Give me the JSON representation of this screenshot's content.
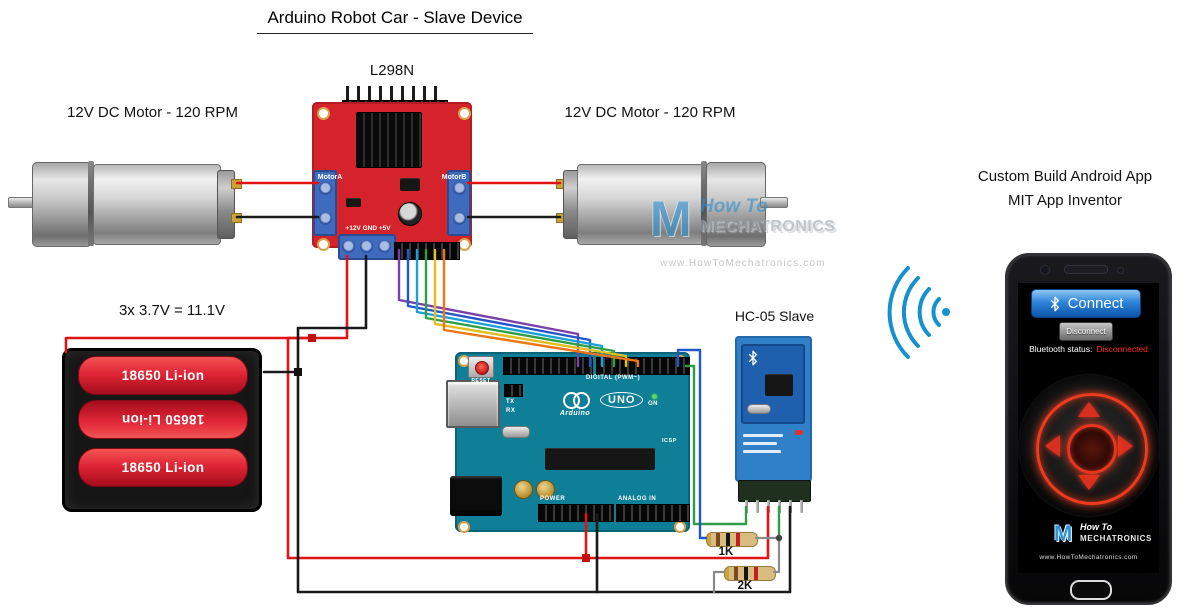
{
  "title": "Arduino Robot Car - Slave Device",
  "labels": {
    "l298n": "L298N",
    "motor_left": "12V DC Motor - 120 RPM",
    "motor_right": "12V DC Motor - 120 RPM",
    "battery": "3x 3.7V = 11.1V",
    "hc05": "HC-05 Slave",
    "r1": "1K",
    "r2": "2K",
    "app_line1": "Custom Build Android App",
    "app_line2": "MIT App Inventor"
  },
  "l298n": {
    "motor_a": "MotorA",
    "motor_b": "MotorB",
    "power": "+12V GND +5V"
  },
  "battery": {
    "cell1": "18650 Li-ion",
    "cell2": "18650 Li-ion",
    "cell3": "18650 Li-ion"
  },
  "arduino": {
    "digital": "DIGITAL (PWM~)",
    "power": "POWER",
    "analog": "ANALOG IN",
    "tx": "TX",
    "rx": "RX",
    "on": "ON",
    "reset": "RESET",
    "brand": "Arduino",
    "model": "UNO",
    "icsp": "ICSP"
  },
  "app": {
    "connect": "Connect",
    "disconnect": "Disconnect",
    "status_label": "Bluetooth status:",
    "status_value": "Disconnected"
  },
  "logo": {
    "how_to": "How To",
    "brand": "MECHATRONICS",
    "url": "www.HowToMechatronics.com"
  },
  "colors": {
    "wire_red": "#e01313",
    "wire_black": "#1a1a1a",
    "wire_purple": "#7a3fa8",
    "wire_blue": "#2356c8",
    "wire_cyan": "#18a0d8",
    "wire_green": "#2e9e46",
    "wire_yellow": "#e2bd1b",
    "wire_orange": "#ef7615",
    "pcb_red": "#d5232b",
    "arduino_teal": "#0e7f97",
    "hc05_blue": "#2f80c8",
    "battery_red": "#e02536",
    "connect_blue": "#2d84da",
    "status_red": "#ff2222",
    "bluetooth_blue": "#1590d0"
  }
}
